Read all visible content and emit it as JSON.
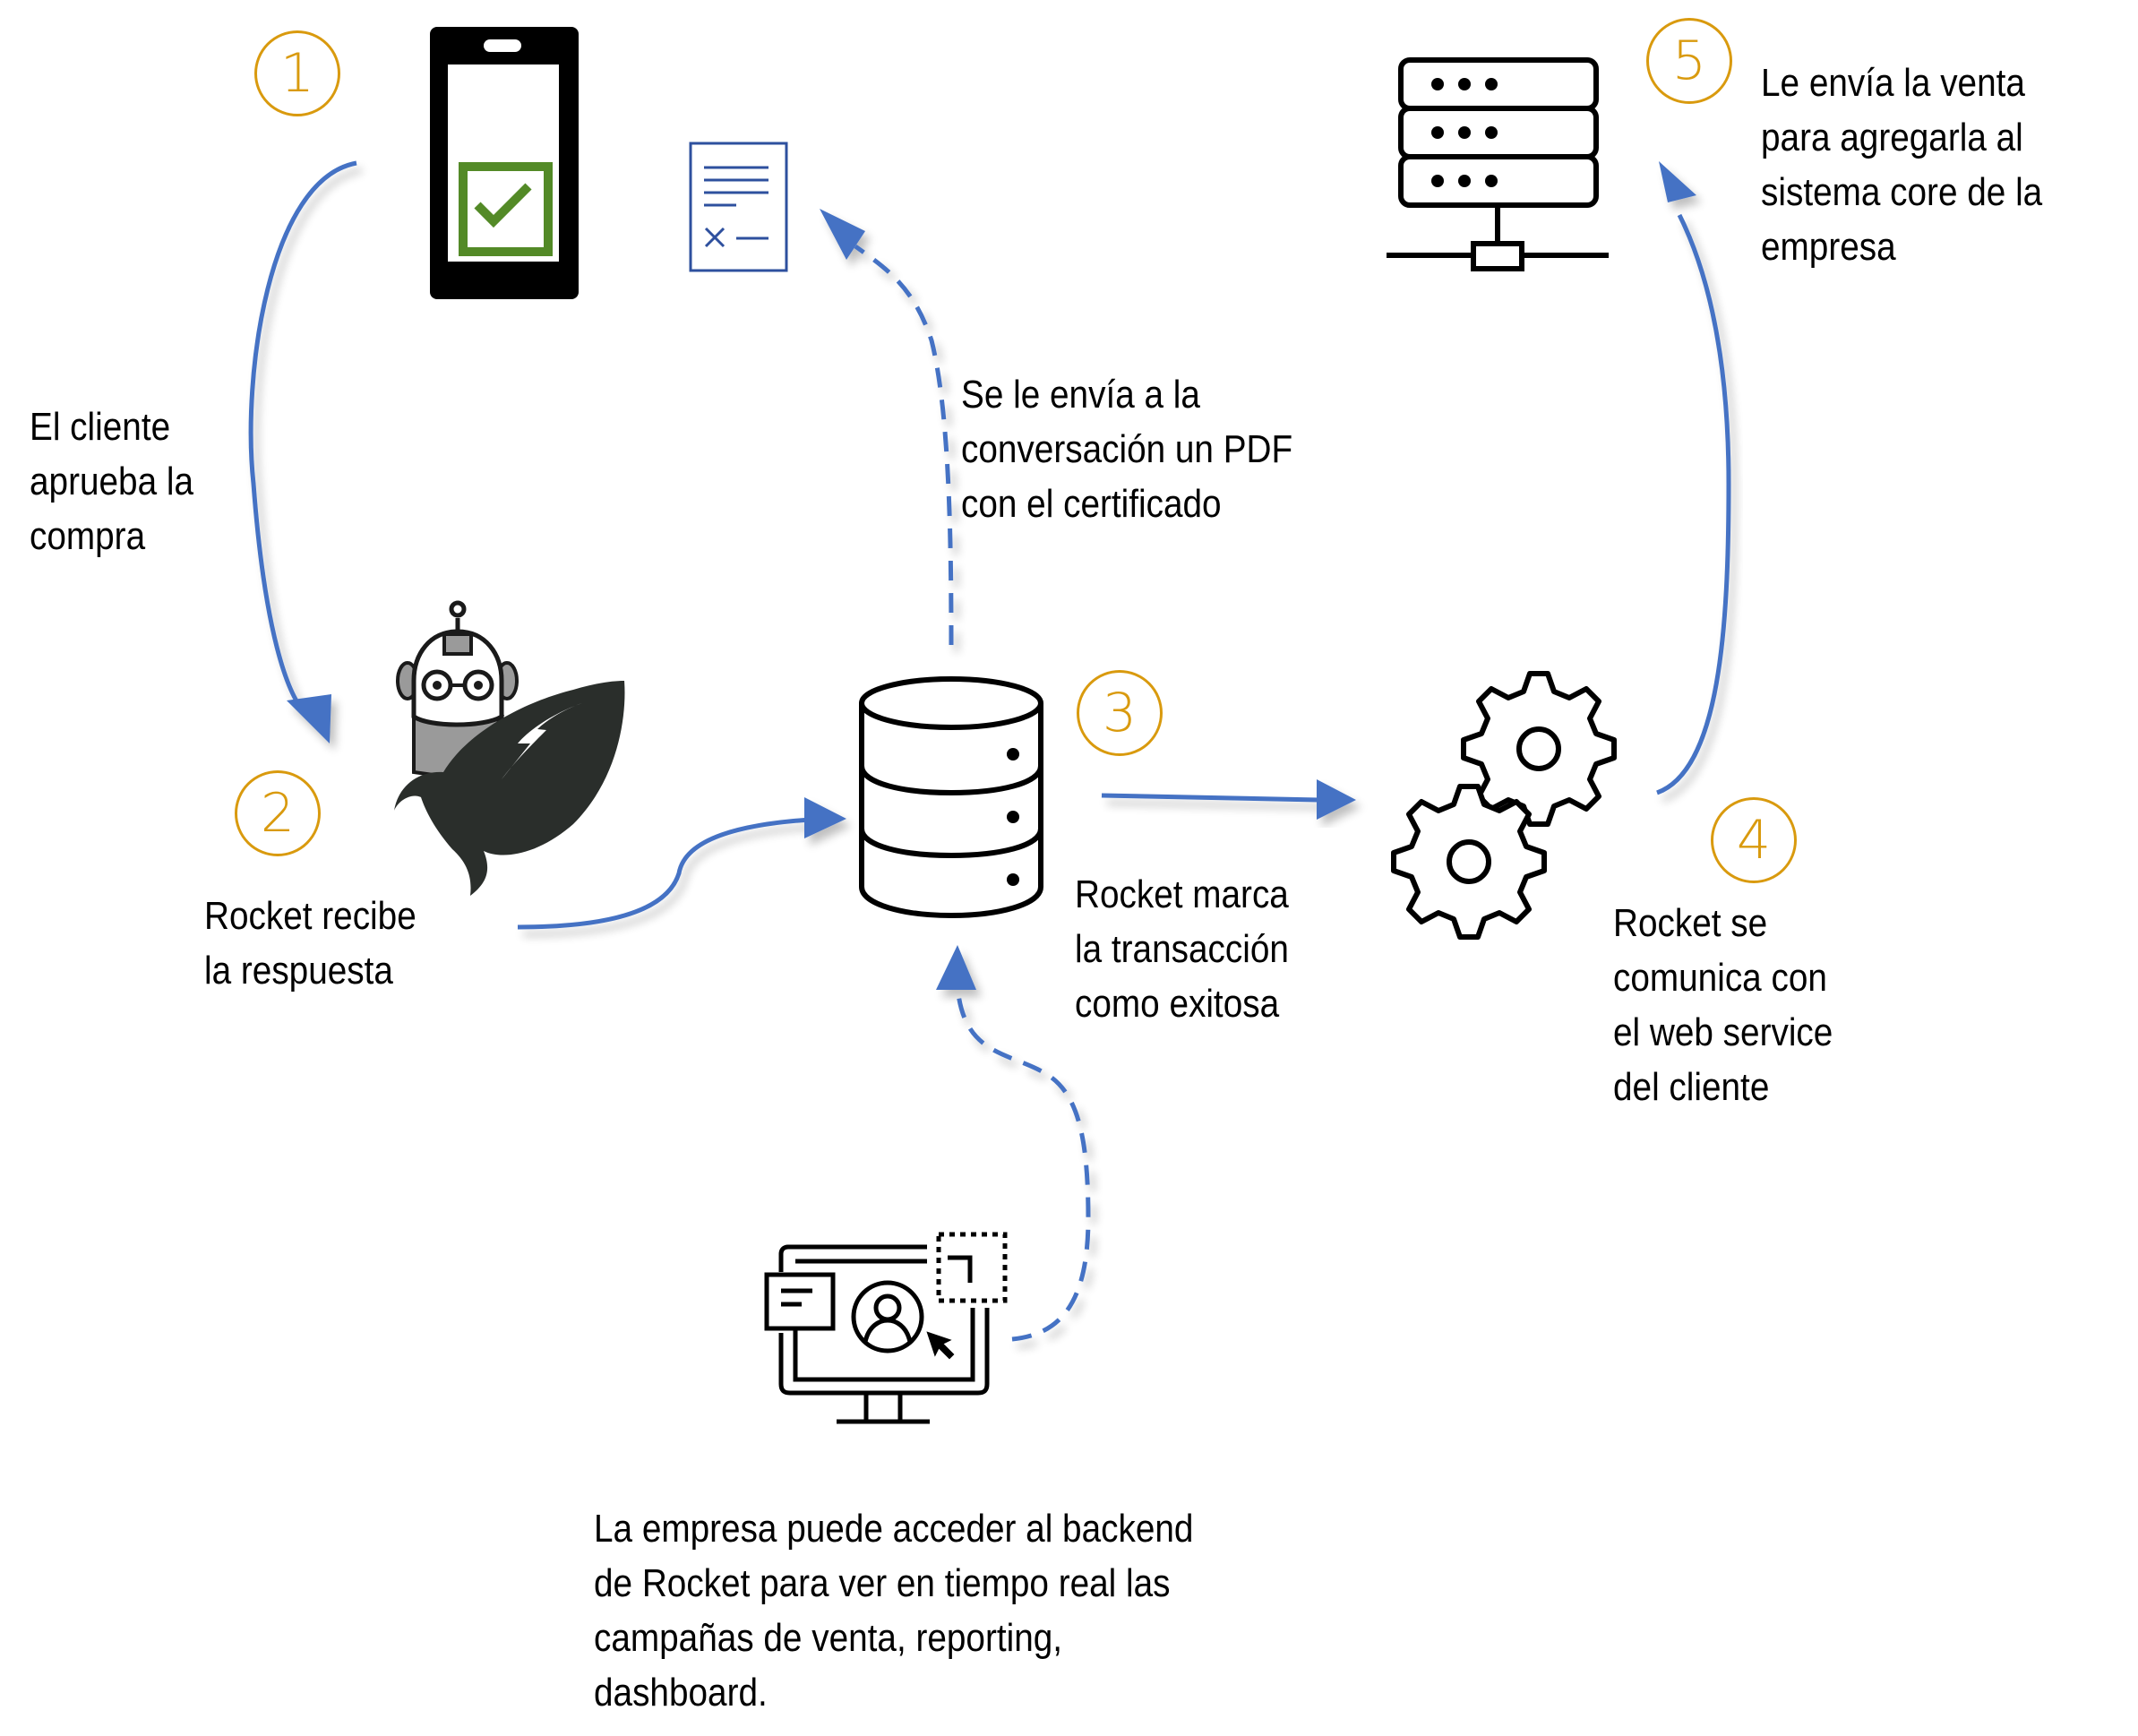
{
  "colors": {
    "arrow": "#4472C4",
    "step_number": "#D99A0E",
    "checkbox": "#538A27",
    "document": "#2E509E",
    "rocket": "#2A2E2B",
    "robot_gray": "#9A9A9A"
  },
  "steps": [
    {
      "number": "1",
      "icon": "smartphone-check-icon",
      "lines": [
        "El cliente",
        "aprueba la",
        "compra"
      ]
    },
    {
      "number": "2",
      "icon": "robot-rocket-icon",
      "lines": [
        "Rocket recibe",
        "la respuesta"
      ]
    },
    {
      "number": "3",
      "icon": "database-icon",
      "lines": [
        "Rocket marca",
        "la transacción",
        "como exitosa"
      ]
    },
    {
      "number": "4",
      "icon": "gears-icon",
      "lines": [
        "Rocket se",
        "comunica con",
        "el web service",
        "del cliente"
      ]
    },
    {
      "number": "5",
      "icon": "server-network-icon",
      "lines": [
        "Le envía la venta",
        "para agregarla al",
        "sistema core de la",
        "empresa"
      ]
    }
  ],
  "pdf_note": {
    "icon": "document-contract-icon",
    "lines": [
      "Se le envía a la",
      "conversación un PDF",
      "con el certificado"
    ]
  },
  "backend_note": {
    "icon": "monitor-dashboard-icon",
    "lines": [
      "La empresa puede acceder al backend",
      "de Rocket para ver en tiempo real las",
      "campañas de venta, reporting,",
      "dashboard."
    ]
  },
  "connectors": [
    {
      "from": "smartphone",
      "to": "robot-rocket",
      "style": "solid"
    },
    {
      "from": "robot-rocket",
      "to": "database",
      "style": "solid"
    },
    {
      "from": "database",
      "to": "document",
      "style": "dashed"
    },
    {
      "from": "database",
      "to": "gears",
      "style": "solid"
    },
    {
      "from": "gears",
      "to": "server",
      "style": "solid"
    },
    {
      "from": "dashboard",
      "to": "database",
      "style": "dashed"
    }
  ]
}
